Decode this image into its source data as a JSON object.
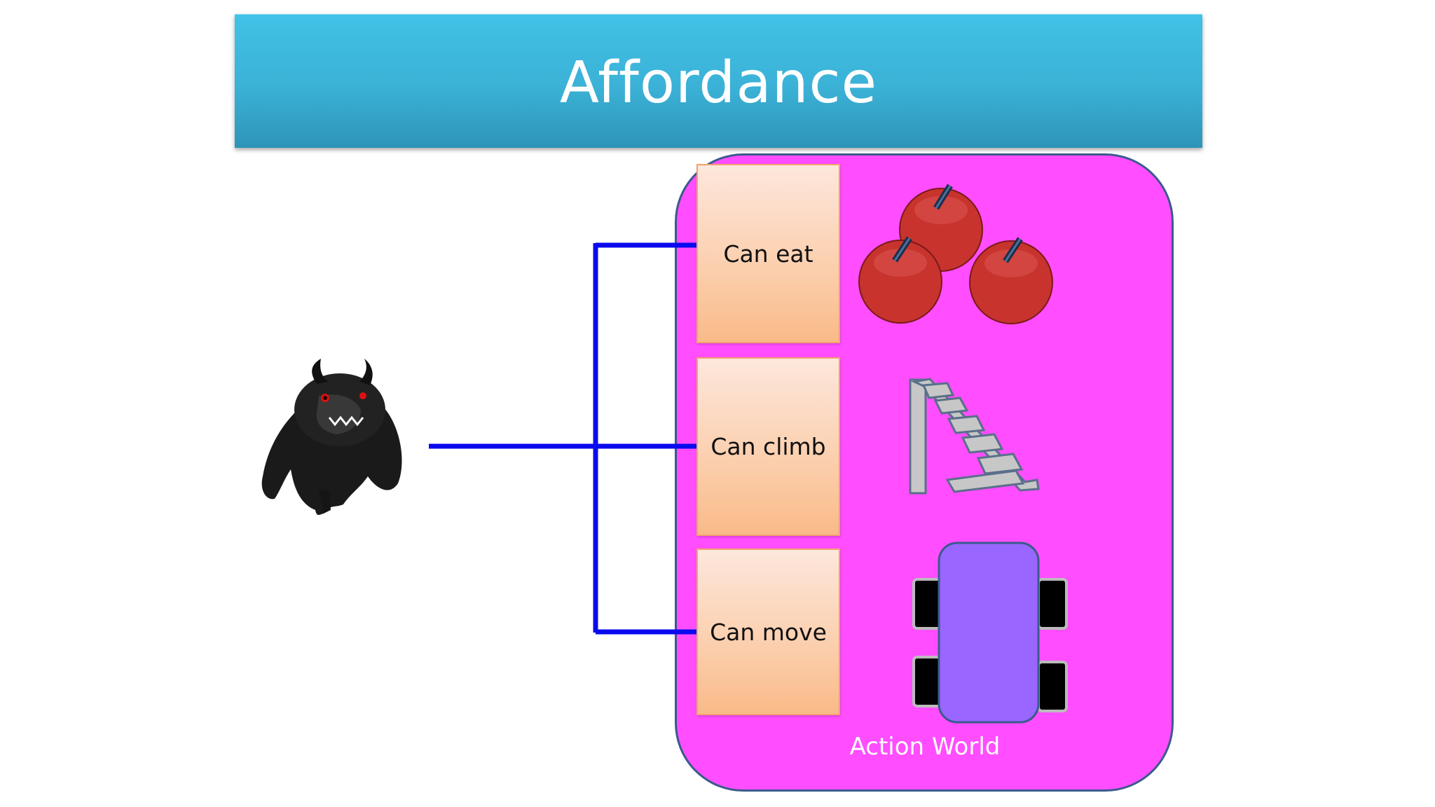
{
  "title": "Affordance",
  "agent": {
    "icon": "horned-monster-icon"
  },
  "affordances": [
    {
      "label": "Can eat",
      "object_icon": "apples-icon"
    },
    {
      "label": "Can climb",
      "object_icon": "ladder-icon"
    },
    {
      "label": "Can move",
      "object_icon": "car-icon"
    }
  ],
  "world": {
    "label": "Action World"
  },
  "colors": {
    "title_bar": "#3bb1d6",
    "world_fill": "#ff4dff",
    "connector": "#0a0aee",
    "box_fill": "#fbcca8",
    "apple": "#c8332e",
    "ladder": "#c7c7c7",
    "car_body": "#9966ff"
  }
}
